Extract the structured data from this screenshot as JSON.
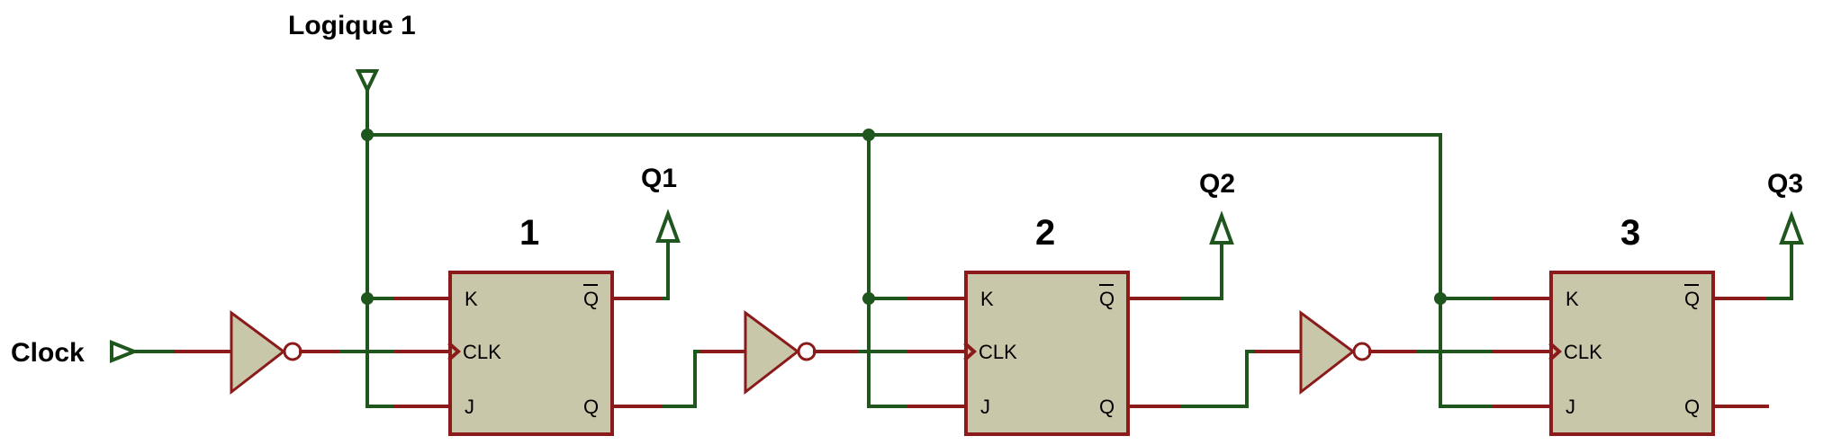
{
  "supply_label": "Logique 1",
  "clock_label": "Clock",
  "flipflops": [
    {
      "number": "1",
      "output": "Q1"
    },
    {
      "number": "2",
      "output": "Q2"
    },
    {
      "number": "3",
      "output": "Q3"
    }
  ],
  "pins": {
    "k": "K",
    "clk": "CLK",
    "j": "J",
    "qbar": "Q",
    "q": "Q"
  },
  "colors": {
    "wire_green": "#1e561e",
    "wire_red": "#8b1a1a",
    "component_fill": "#c9c7a9"
  }
}
